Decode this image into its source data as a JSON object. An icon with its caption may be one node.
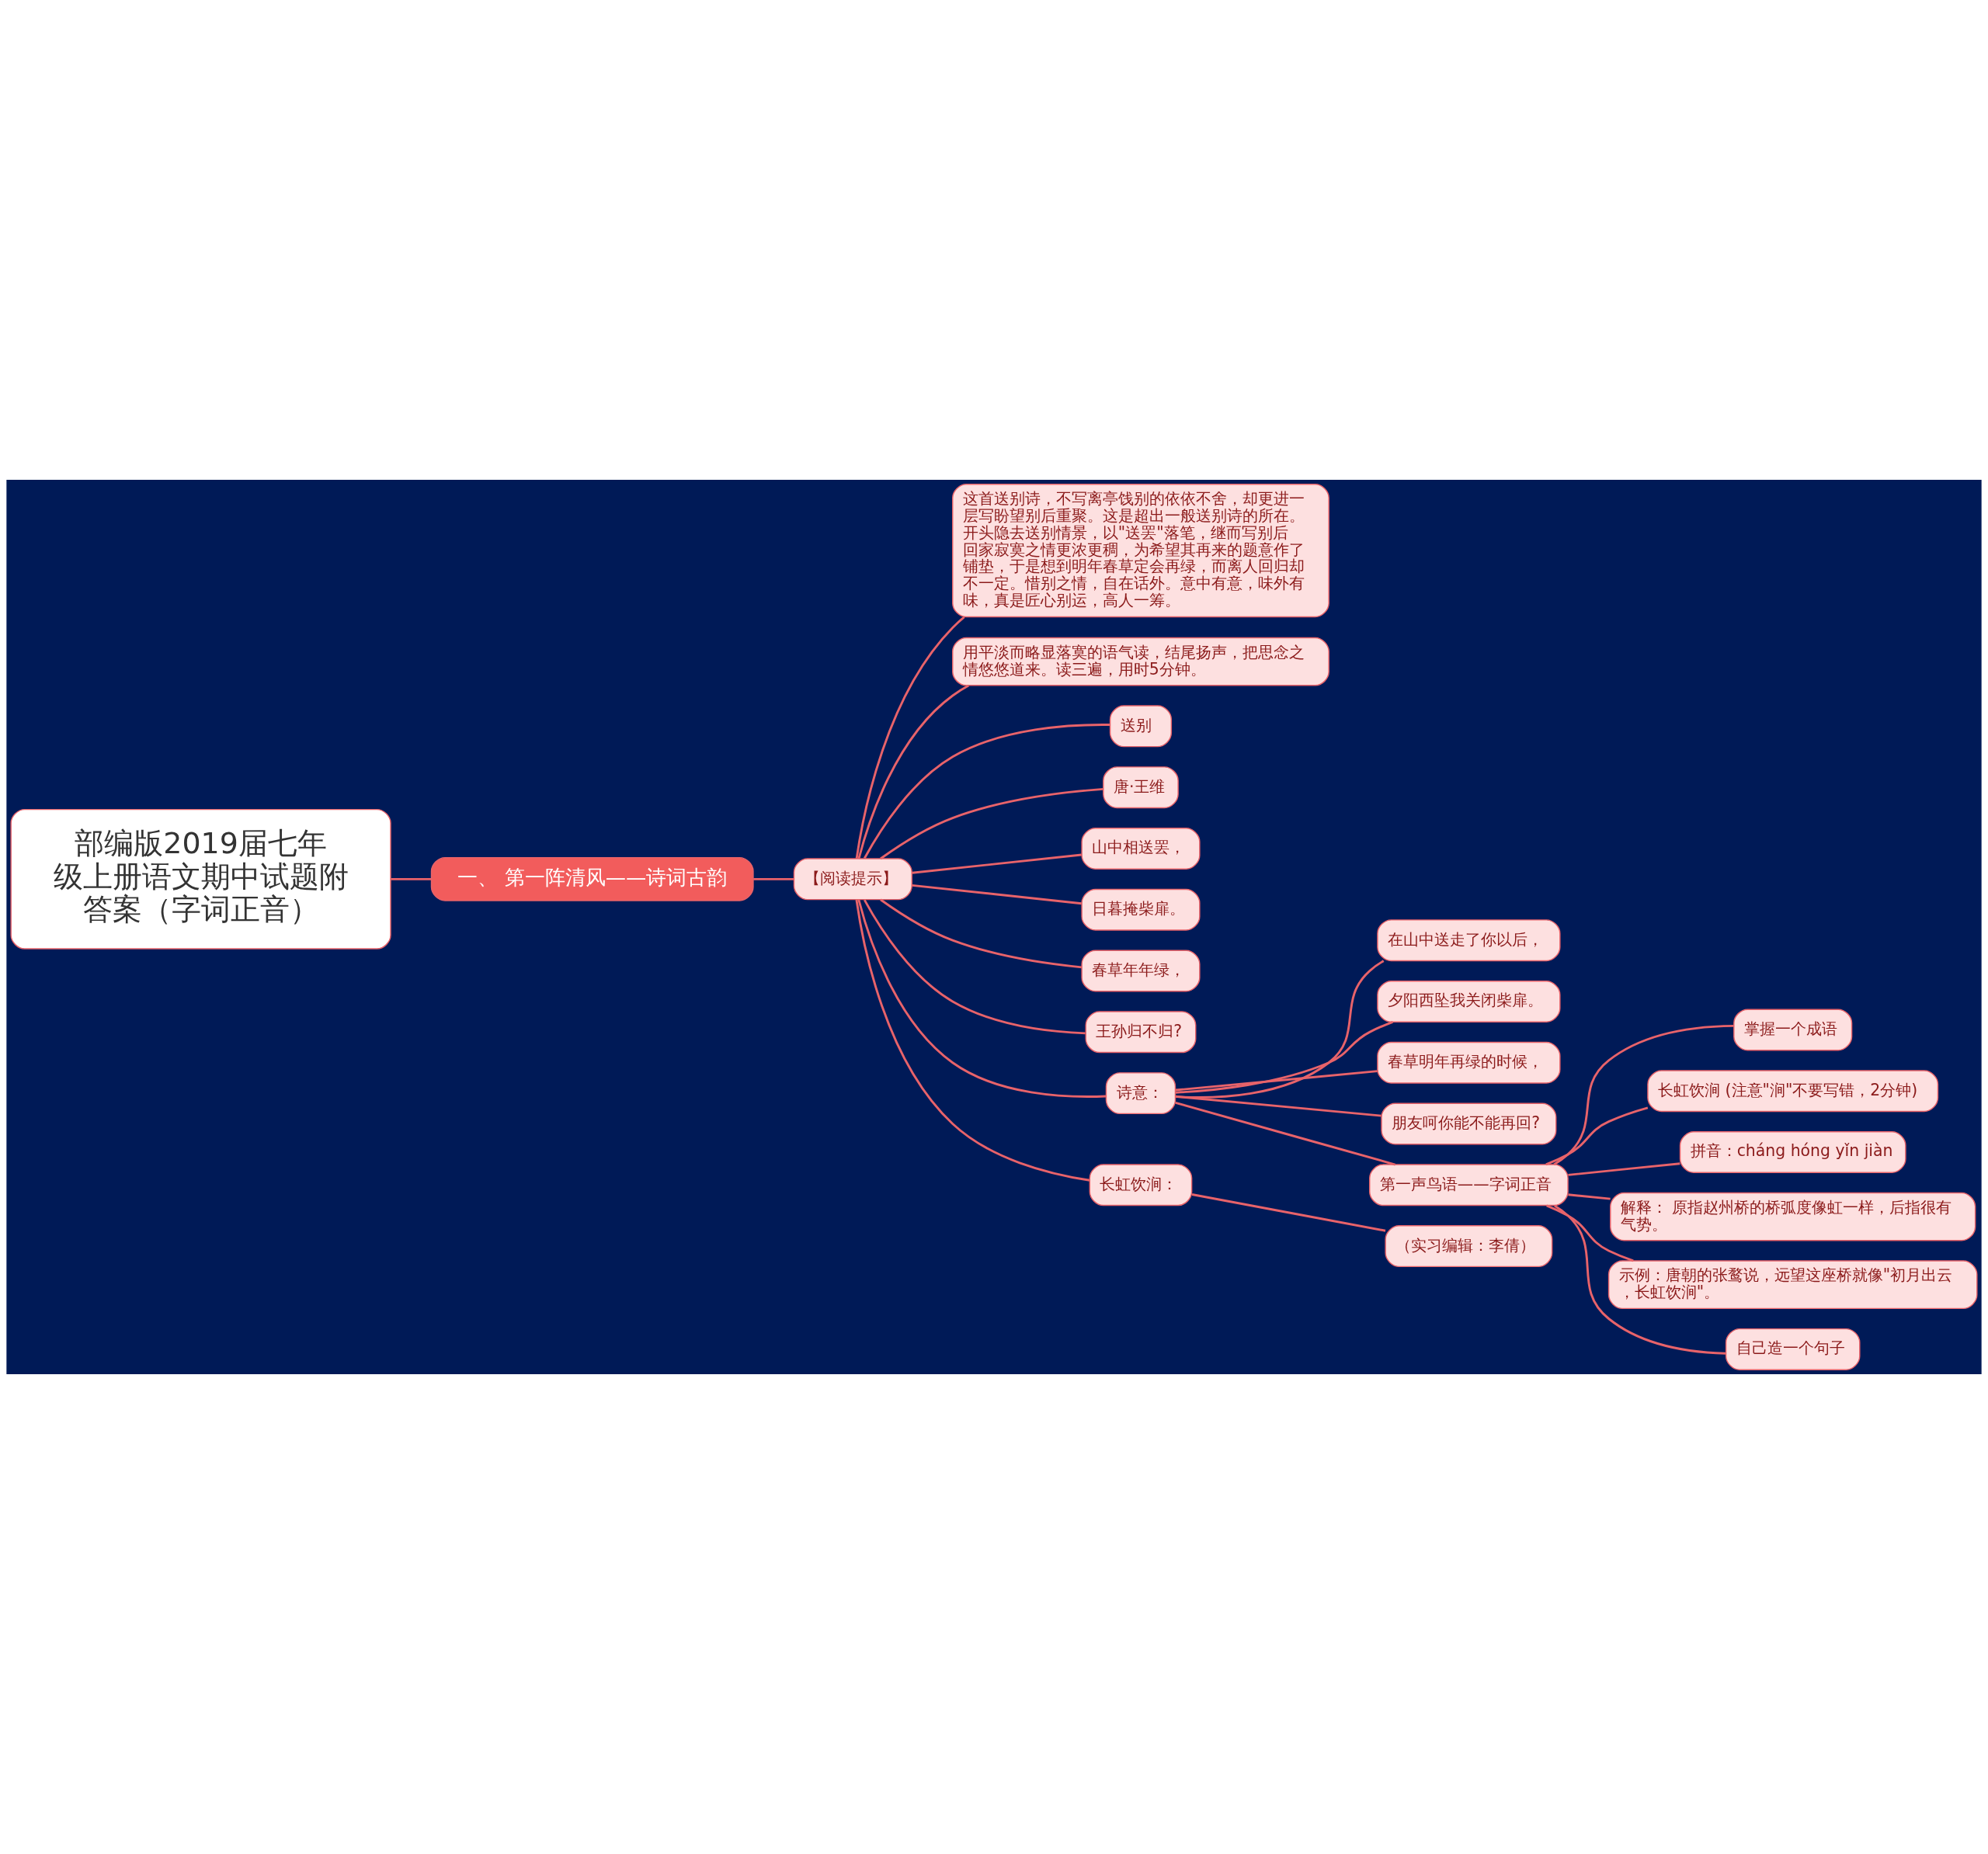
{
  "diagram": {
    "nodes": [
      {
        "text": [
          "部编版2019届七年级上册语文期中试题附答案（字词正音）"
        ]
      },
      {
        "text": [
          "一、 第一阵清风——诗词古韵"
        ]
      },
      {
        "text": [
          "【阅读提示】"
        ]
      },
      {
        "text": [
          "这首送别诗，不写离亭饯别的依依不舍，却更进一层写盼望别后重聚。这是超出一般送别诗的所在。开头隐去送别情景，以\"送罢\"落笔，继而写别后回家寂寞之情更浓更稠，为希望其再来的题意作了铺垫，于是想到明年春草定会再绿，而离人回归却不一定。惜别之情，自在话外。意中有意，味外有味，真是匠心别运，高人一筹。"
        ]
      },
      {
        "text": [
          "用平淡而略显落寞的语气读，结尾扬声，把思念之情悠悠道来。读三遍，用时5分钟。"
        ]
      },
      {
        "text": [
          "送别"
        ]
      },
      {
        "text": [
          "唐·王维"
        ]
      },
      {
        "text": [
          "山中相送罢，"
        ]
      },
      {
        "text": [
          "日暮掩柴扉。"
        ]
      },
      {
        "text": [
          "春草年年绿，"
        ]
      },
      {
        "text": [
          "王孙归不归?"
        ]
      },
      {
        "text": [
          "诗意："
        ]
      },
      {
        "text": [
          "在山中送走了你以后，"
        ]
      },
      {
        "text": [
          "夕阳西坠我关闭柴扉。"
        ]
      },
      {
        "text": [
          "春草明年再绿的时候，"
        ]
      },
      {
        "text": [
          "朋友呵你能不能再回?"
        ]
      },
      {
        "text": [
          "第一声鸟语——字词正音"
        ]
      },
      {
        "text": [
          "掌握一个成语"
        ]
      },
      {
        "text": [
          "长虹饮涧 (注意\"涧\"不要写错，2分钟)"
        ]
      },
      {
        "text": [
          "拼音：cháng hóng yǐn jiàn"
        ]
      },
      {
        "text": [
          "解释： 原指赵州桥的桥弧度像虹一样，后指很有气势。"
        ]
      },
      {
        "text": [
          "示例：唐朝的张鹜说，远望这座桥就像\"初月出云，长虹饮涧\"。"
        ]
      },
      {
        "text": [
          "自己造一个句子"
        ]
      },
      {
        "text": [
          "长虹饮涧："
        ]
      },
      {
        "text": [
          "（实习编辑：李倩）"
        ]
      }
    ],
    "edges": [
      {
        "from": 0,
        "to": 1,
        "arrow": "none"
      },
      {
        "from": 1,
        "to": 2,
        "arrow": "none"
      },
      {
        "from": 2,
        "to": 3,
        "arrow": "none"
      },
      {
        "from": 2,
        "to": 4,
        "arrow": "none"
      },
      {
        "from": 2,
        "to": 5,
        "arrow": "none"
      },
      {
        "from": 2,
        "to": 6,
        "arrow": "none"
      },
      {
        "from": 2,
        "to": 7,
        "arrow": "none"
      },
      {
        "from": 2,
        "to": 8,
        "arrow": "none"
      },
      {
        "from": 2,
        "to": 9,
        "arrow": "none"
      },
      {
        "from": 2,
        "to": 10,
        "arrow": "none"
      },
      {
        "from": 2,
        "to": 11,
        "arrow": "none"
      },
      {
        "from": 11,
        "to": 12,
        "arrow": "none"
      },
      {
        "from": 11,
        "to": 13,
        "arrow": "none"
      },
      {
        "from": 11,
        "to": 14,
        "arrow": "none"
      },
      {
        "from": 11,
        "to": 15,
        "arrow": "none"
      },
      {
        "from": 11,
        "to": 16,
        "arrow": "none"
      },
      {
        "from": 16,
        "to": 17,
        "arrow": "none"
      },
      {
        "from": 16,
        "to": 18,
        "arrow": "none"
      },
      {
        "from": 16,
        "to": 19,
        "arrow": "none"
      },
      {
        "from": 16,
        "to": 20,
        "arrow": "none"
      },
      {
        "from": 16,
        "to": 21,
        "arrow": "none"
      },
      {
        "from": 16,
        "to": 22,
        "arrow": "none"
      },
      {
        "from": 2,
        "to": 23,
        "arrow": "none"
      },
      {
        "from": 23,
        "to": 24,
        "arrow": "none"
      }
    ]
  }
}
